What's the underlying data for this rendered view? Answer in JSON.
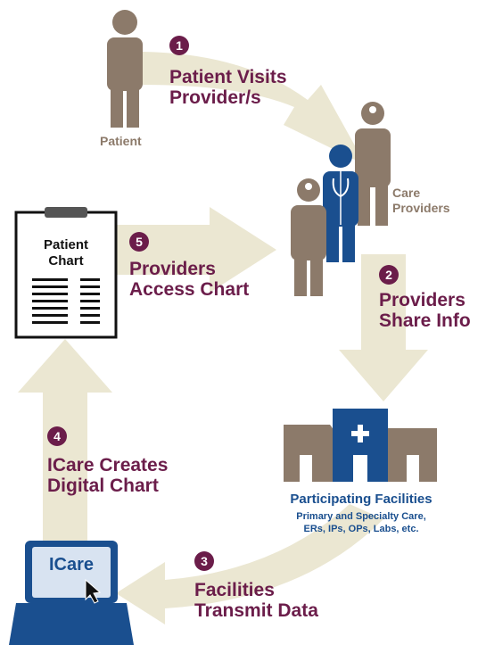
{
  "steps": [
    {
      "number": "1",
      "title_line1": "Patient Visits",
      "title_line2": "Provider/s"
    },
    {
      "number": "2",
      "title_line1": "Providers",
      "title_line2": "Share Info"
    },
    {
      "number": "3",
      "title_line1": "Facilities",
      "title_line2": "Transmit Data"
    },
    {
      "number": "4",
      "title_line1": "ICare Creates",
      "title_line2": "Digital Chart"
    },
    {
      "number": "5",
      "title_line1": "Providers",
      "title_line2": "Access Chart"
    }
  ],
  "patient_label": "Patient",
  "care_providers_label_line1": "Care",
  "care_providers_label_line2": "Providers",
  "chart": {
    "title_line1": "Patient",
    "title_line2": "Chart"
  },
  "facilities": {
    "title": "Participating Facilities",
    "subtitle_line1": "Primary and Specialty Care,",
    "subtitle_line2": "ERs, IPs, OPs, Labs, etc."
  },
  "computer_label": "ICare",
  "colors": {
    "arrow": "#ebe7d2",
    "accent_purple": "#6b1d4a",
    "person_brown": "#8c7a6a",
    "doctor_blue": "#1a4f8f"
  }
}
